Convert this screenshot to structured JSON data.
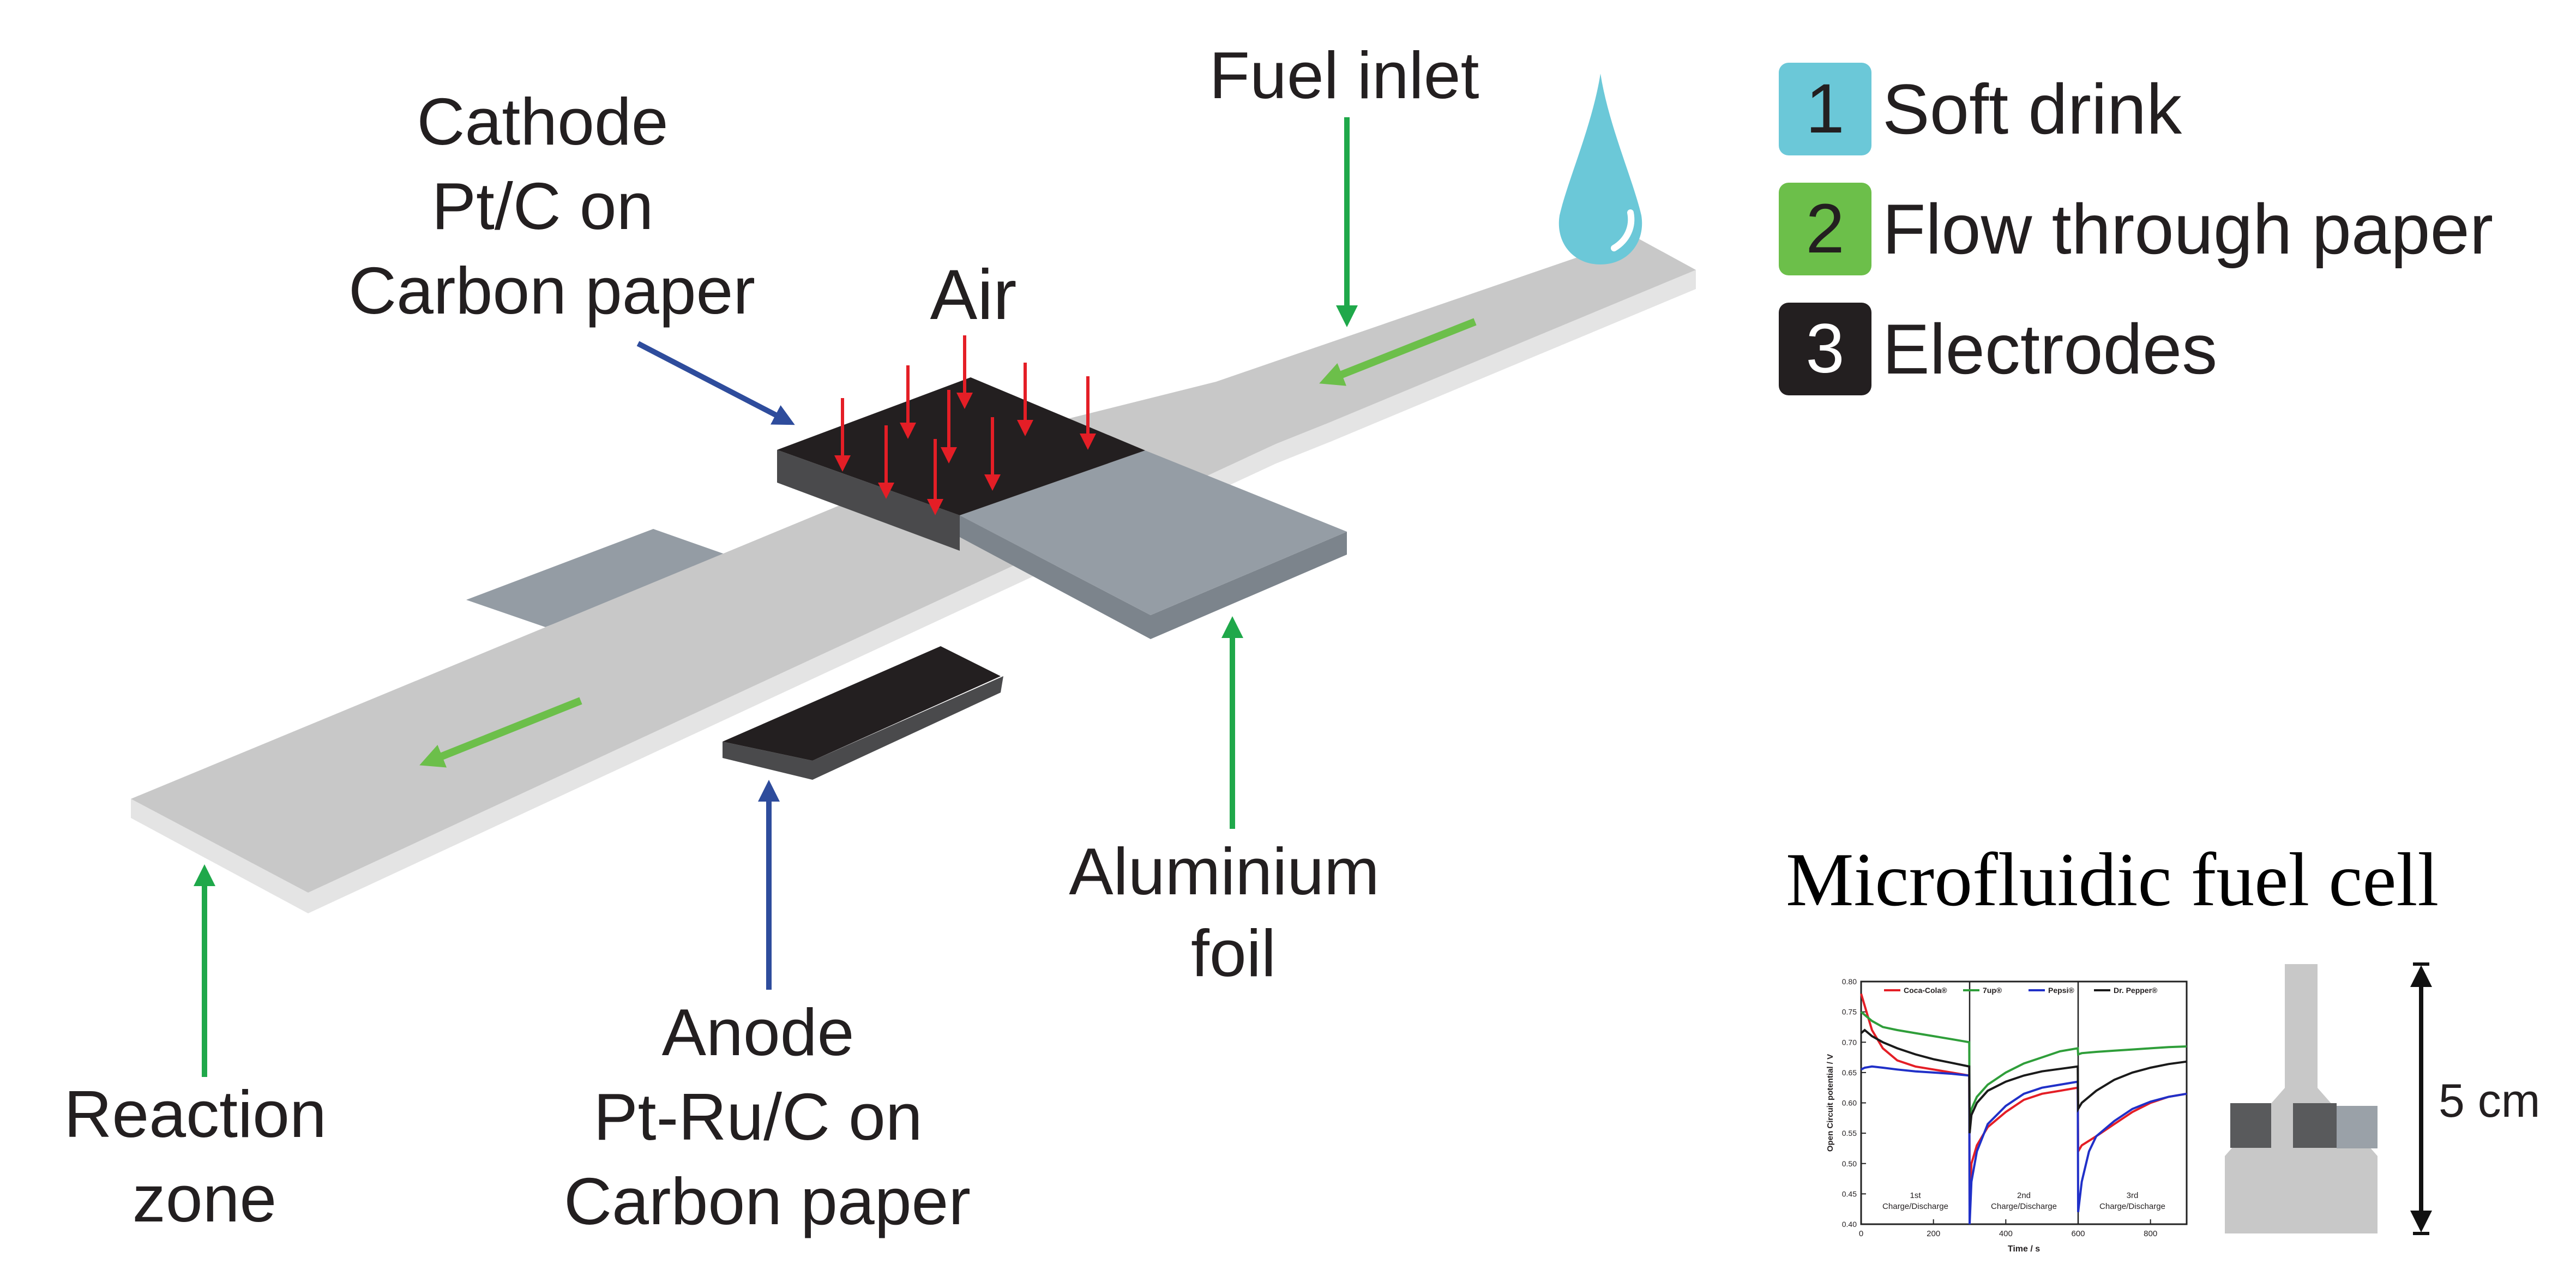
{
  "labels": {
    "cathode": [
      "Cathode",
      "Pt/C on",
      "Carbon paper"
    ],
    "air": "Air",
    "fuel_inlet": "Fuel inlet",
    "anode": [
      "Anode",
      "Pt-Ru/C on",
      "Carbon paper"
    ],
    "aluminium": [
      "Aluminium",
      "foil"
    ],
    "reaction": [
      "Reaction",
      "zone"
    ]
  },
  "legend": [
    {
      "num": "1",
      "text": "Soft drink",
      "color": "#6bc8d8"
    },
    {
      "num": "2",
      "text": "Flow through paper",
      "color": "#6cbf4a"
    },
    {
      "num": "3",
      "text": "Electrodes",
      "color": "#231f20"
    }
  ],
  "title": "Microfluidic fuel cell",
  "scale_label": "5 cm",
  "colors": {
    "paper_top": "#c6c6c6",
    "paper_side": "#e6e6e6",
    "electrode_top": "#231f20",
    "electrode_side": "#4a4a4c",
    "foil_top": "#949ca4",
    "foil_side": "#7c848c",
    "flow_arrow": "#6cbf4a",
    "label_arrow_green": "#1fa84a",
    "label_arrow_blue": "#2e4c9c",
    "air_arrow": "#e41e26",
    "drop": "#6bc8d8"
  },
  "chart_data": {
    "type": "line",
    "xlabel": "Time / s",
    "ylabel": "Open Circuit potential / V",
    "xlim": [
      0,
      900
    ],
    "ylim": [
      0.4,
      0.8
    ],
    "x_ticks": [
      "0",
      "200",
      "400",
      "600",
      "800"
    ],
    "y_ticks": [
      "0.40",
      "0.45",
      "0.50",
      "0.55",
      "0.60",
      "0.65",
      "0.70",
      "0.75",
      "0.80"
    ],
    "dividers": [
      300,
      600
    ],
    "stage_labels": [
      {
        "at": 150,
        "lines": [
          "1st",
          "Charge/Discharge"
        ]
      },
      {
        "at": 450,
        "lines": [
          "2nd",
          "Charge/Discharge"
        ]
      },
      {
        "at": 750,
        "lines": [
          "3rd",
          "Charge/Discharge"
        ]
      }
    ],
    "series": [
      {
        "name": "Coca-Cola®",
        "color": "#e41e26",
        "x": [
          0,
          10,
          30,
          60,
          100,
          150,
          200,
          250,
          299,
          300,
          305,
          320,
          350,
          400,
          450,
          500,
          550,
          599,
          600,
          610,
          650,
          700,
          750,
          800,
          850,
          900
        ],
        "y": [
          0.78,
          0.76,
          0.72,
          0.69,
          0.67,
          0.66,
          0.655,
          0.65,
          0.645,
          0.43,
          0.5,
          0.53,
          0.56,
          0.585,
          0.605,
          0.615,
          0.62,
          0.625,
          0.52,
          0.53,
          0.545,
          0.565,
          0.585,
          0.6,
          0.61,
          0.615
        ]
      },
      {
        "name": "7up®",
        "color": "#2f9e3a",
        "x": [
          0,
          10,
          30,
          60,
          100,
          150,
          200,
          250,
          299,
          300,
          305,
          320,
          350,
          400,
          450,
          500,
          550,
          599,
          600,
          610,
          650,
          700,
          750,
          800,
          850,
          900
        ],
        "y": [
          0.75,
          0.745,
          0.735,
          0.725,
          0.72,
          0.715,
          0.71,
          0.705,
          0.7,
          0.55,
          0.59,
          0.61,
          0.63,
          0.65,
          0.665,
          0.675,
          0.685,
          0.69,
          0.68,
          0.682,
          0.684,
          0.686,
          0.688,
          0.69,
          0.692,
          0.693
        ]
      },
      {
        "name": "Pepsi®",
        "color": "#2030c8",
        "x": [
          0,
          10,
          30,
          60,
          100,
          150,
          200,
          250,
          299,
          300,
          305,
          320,
          350,
          400,
          450,
          500,
          550,
          599,
          600,
          610,
          630,
          650,
          700,
          750,
          800,
          850,
          900
        ],
        "y": [
          0.655,
          0.658,
          0.66,
          0.658,
          0.655,
          0.652,
          0.65,
          0.648,
          0.645,
          0.4,
          0.47,
          0.52,
          0.565,
          0.595,
          0.615,
          0.625,
          0.63,
          0.635,
          0.42,
          0.47,
          0.52,
          0.545,
          0.57,
          0.59,
          0.602,
          0.61,
          0.615
        ]
      },
      {
        "name": "Dr. Pepper®",
        "color": "#1a1a1a",
        "x": [
          0,
          10,
          30,
          60,
          100,
          150,
          200,
          250,
          299,
          300,
          305,
          320,
          350,
          400,
          450,
          500,
          550,
          599,
          600,
          610,
          650,
          700,
          750,
          800,
          850,
          900
        ],
        "y": [
          0.715,
          0.72,
          0.71,
          0.7,
          0.69,
          0.68,
          0.672,
          0.666,
          0.66,
          0.55,
          0.58,
          0.6,
          0.62,
          0.635,
          0.645,
          0.652,
          0.656,
          0.66,
          0.59,
          0.6,
          0.62,
          0.638,
          0.65,
          0.658,
          0.664,
          0.668
        ]
      }
    ]
  }
}
